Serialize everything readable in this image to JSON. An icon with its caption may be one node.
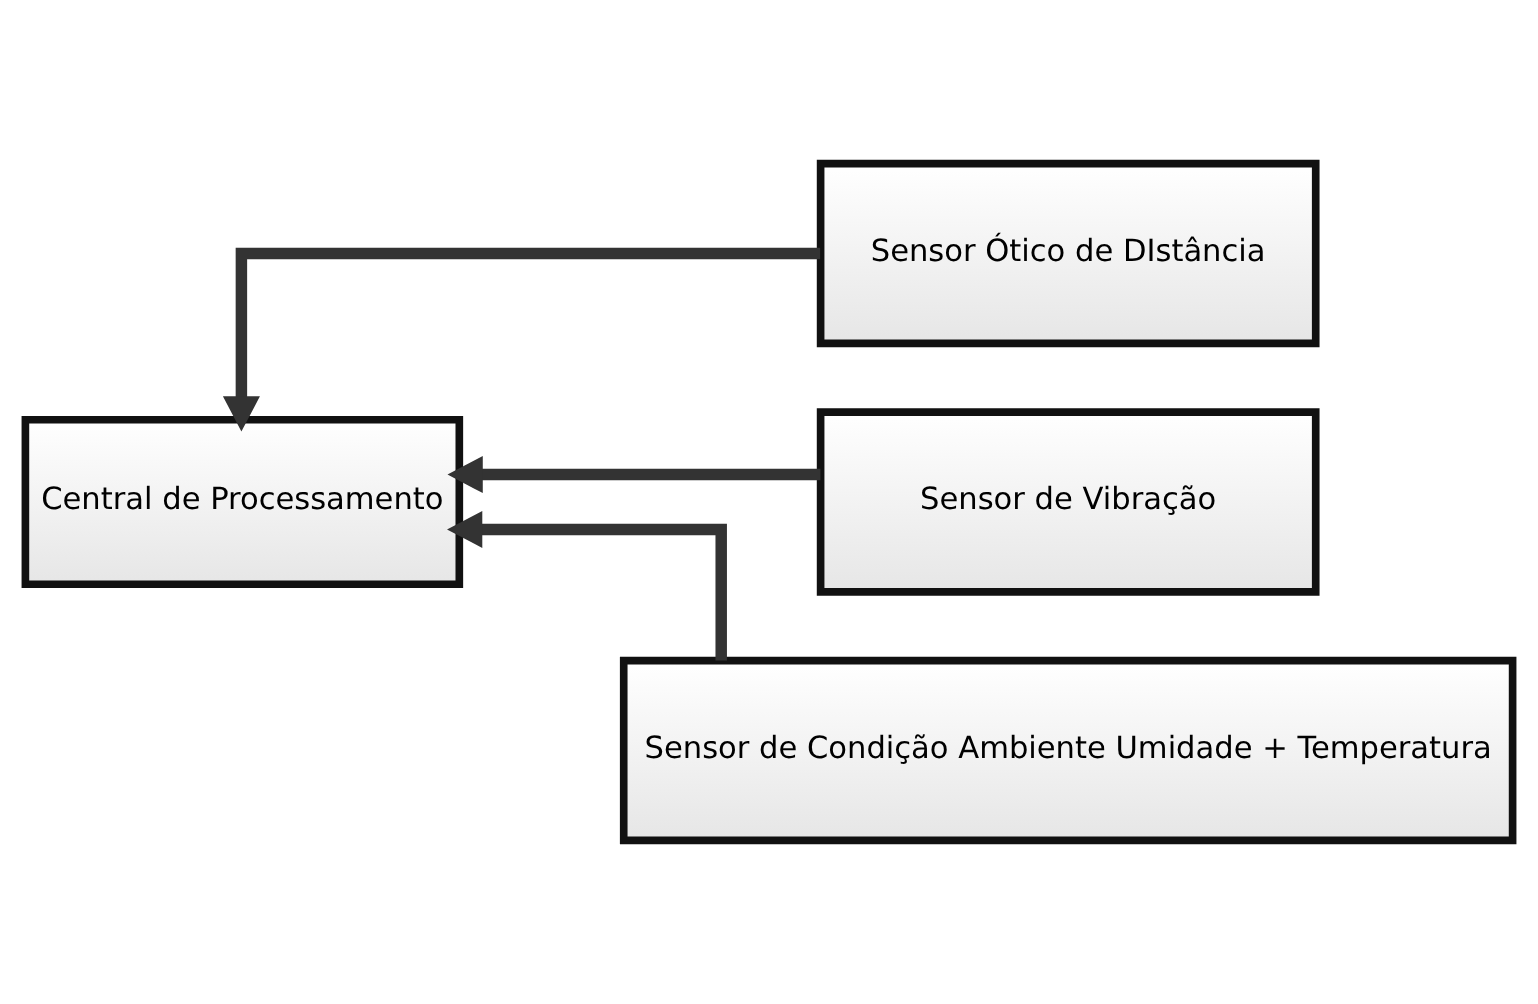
{
  "diagram": {
    "nodes": [
      {
        "text": [
          "Central de Processamento"
        ]
      },
      {
        "text": [
          "Sensor Ótico de DIstância"
        ]
      },
      {
        "text": [
          "Sensor de Vibração"
        ]
      },
      {
        "text": [
          "Sensor de Condição Ambiente Umidade + Temperatura"
        ]
      }
    ],
    "edges": [
      {
        "from": 1,
        "to": 0,
        "arrow": "to"
      },
      {
        "from": 2,
        "to": 0,
        "arrow": "to"
      },
      {
        "from": 3,
        "to": 0,
        "arrow": "to"
      }
    ]
  }
}
